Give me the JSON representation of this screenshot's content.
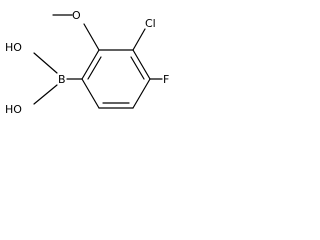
{
  "molecule": {
    "atoms": {
      "methoxy_oxygen": "O",
      "chlorine": "Cl",
      "fluorine": "F",
      "boron": "B",
      "hydroxyl_upper": "HO",
      "hydroxyl_lower": "HO"
    }
  }
}
